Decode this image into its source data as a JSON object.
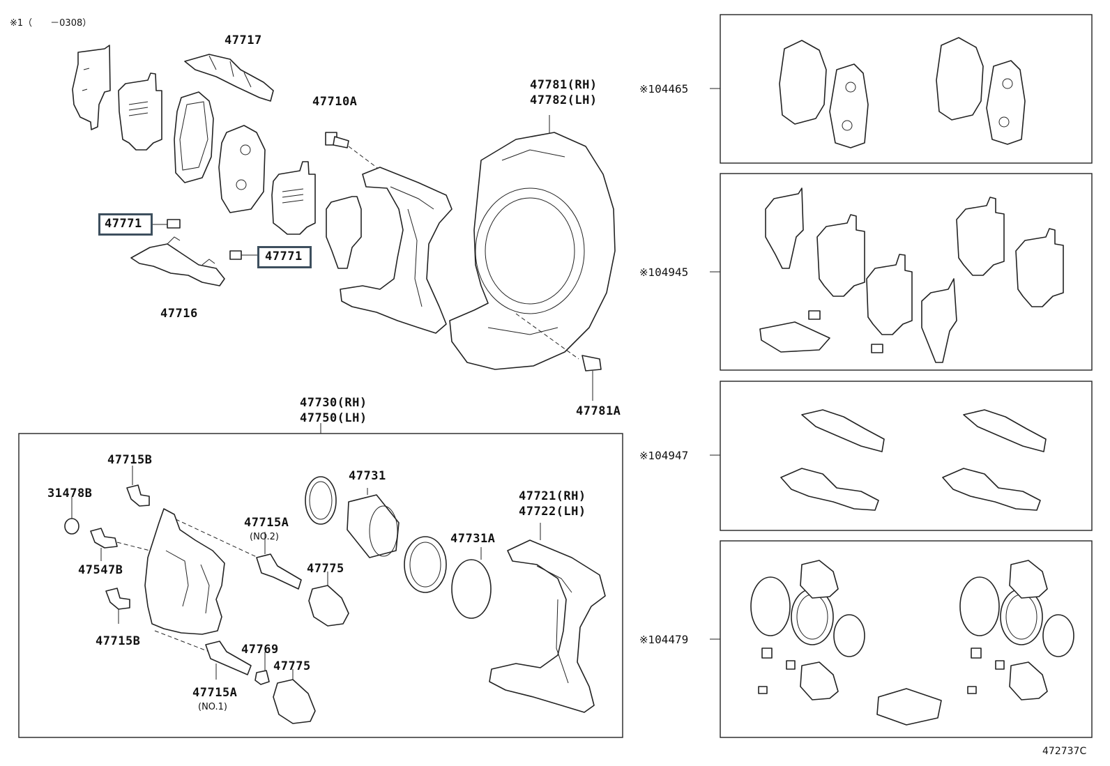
{
  "header": {
    "note": "※1（　　－0308）"
  },
  "labels": {
    "p47717": "47717",
    "p47710A": "47710A",
    "p47781": "47781(RH)",
    "p47782": "47782(LH)",
    "p47771a": "47771",
    "p47771b": "47771",
    "p47716": "47716",
    "p47781A": "47781A",
    "p47730": "47730(RH)",
    "p47750": "47750(LH)",
    "p47715B_top": "47715B",
    "p31478B": "31478B",
    "p47731": "47731",
    "p47721": "47721(RH)",
    "p47722": "47722(LH)",
    "p47715A_no2": "47715A",
    "no2": "(NO.2)",
    "p47731A": "47731A",
    "p47547B": "47547B",
    "p47775_top": "47775",
    "p47715B_bot": "47715B",
    "p47769": "47769",
    "p47775_bot": "47775",
    "p47715A_no1": "47715A",
    "no1": "(NO.1)"
  },
  "kits": [
    {
      "mark": "※1",
      "code": "04465"
    },
    {
      "mark": "※1",
      "code": "04945"
    },
    {
      "mark": "※1",
      "code": "04947"
    },
    {
      "mark": "※1",
      "code": "04479"
    }
  ],
  "footer": {
    "ref": "472737C"
  },
  "highlight_color": "#3d4f5e"
}
